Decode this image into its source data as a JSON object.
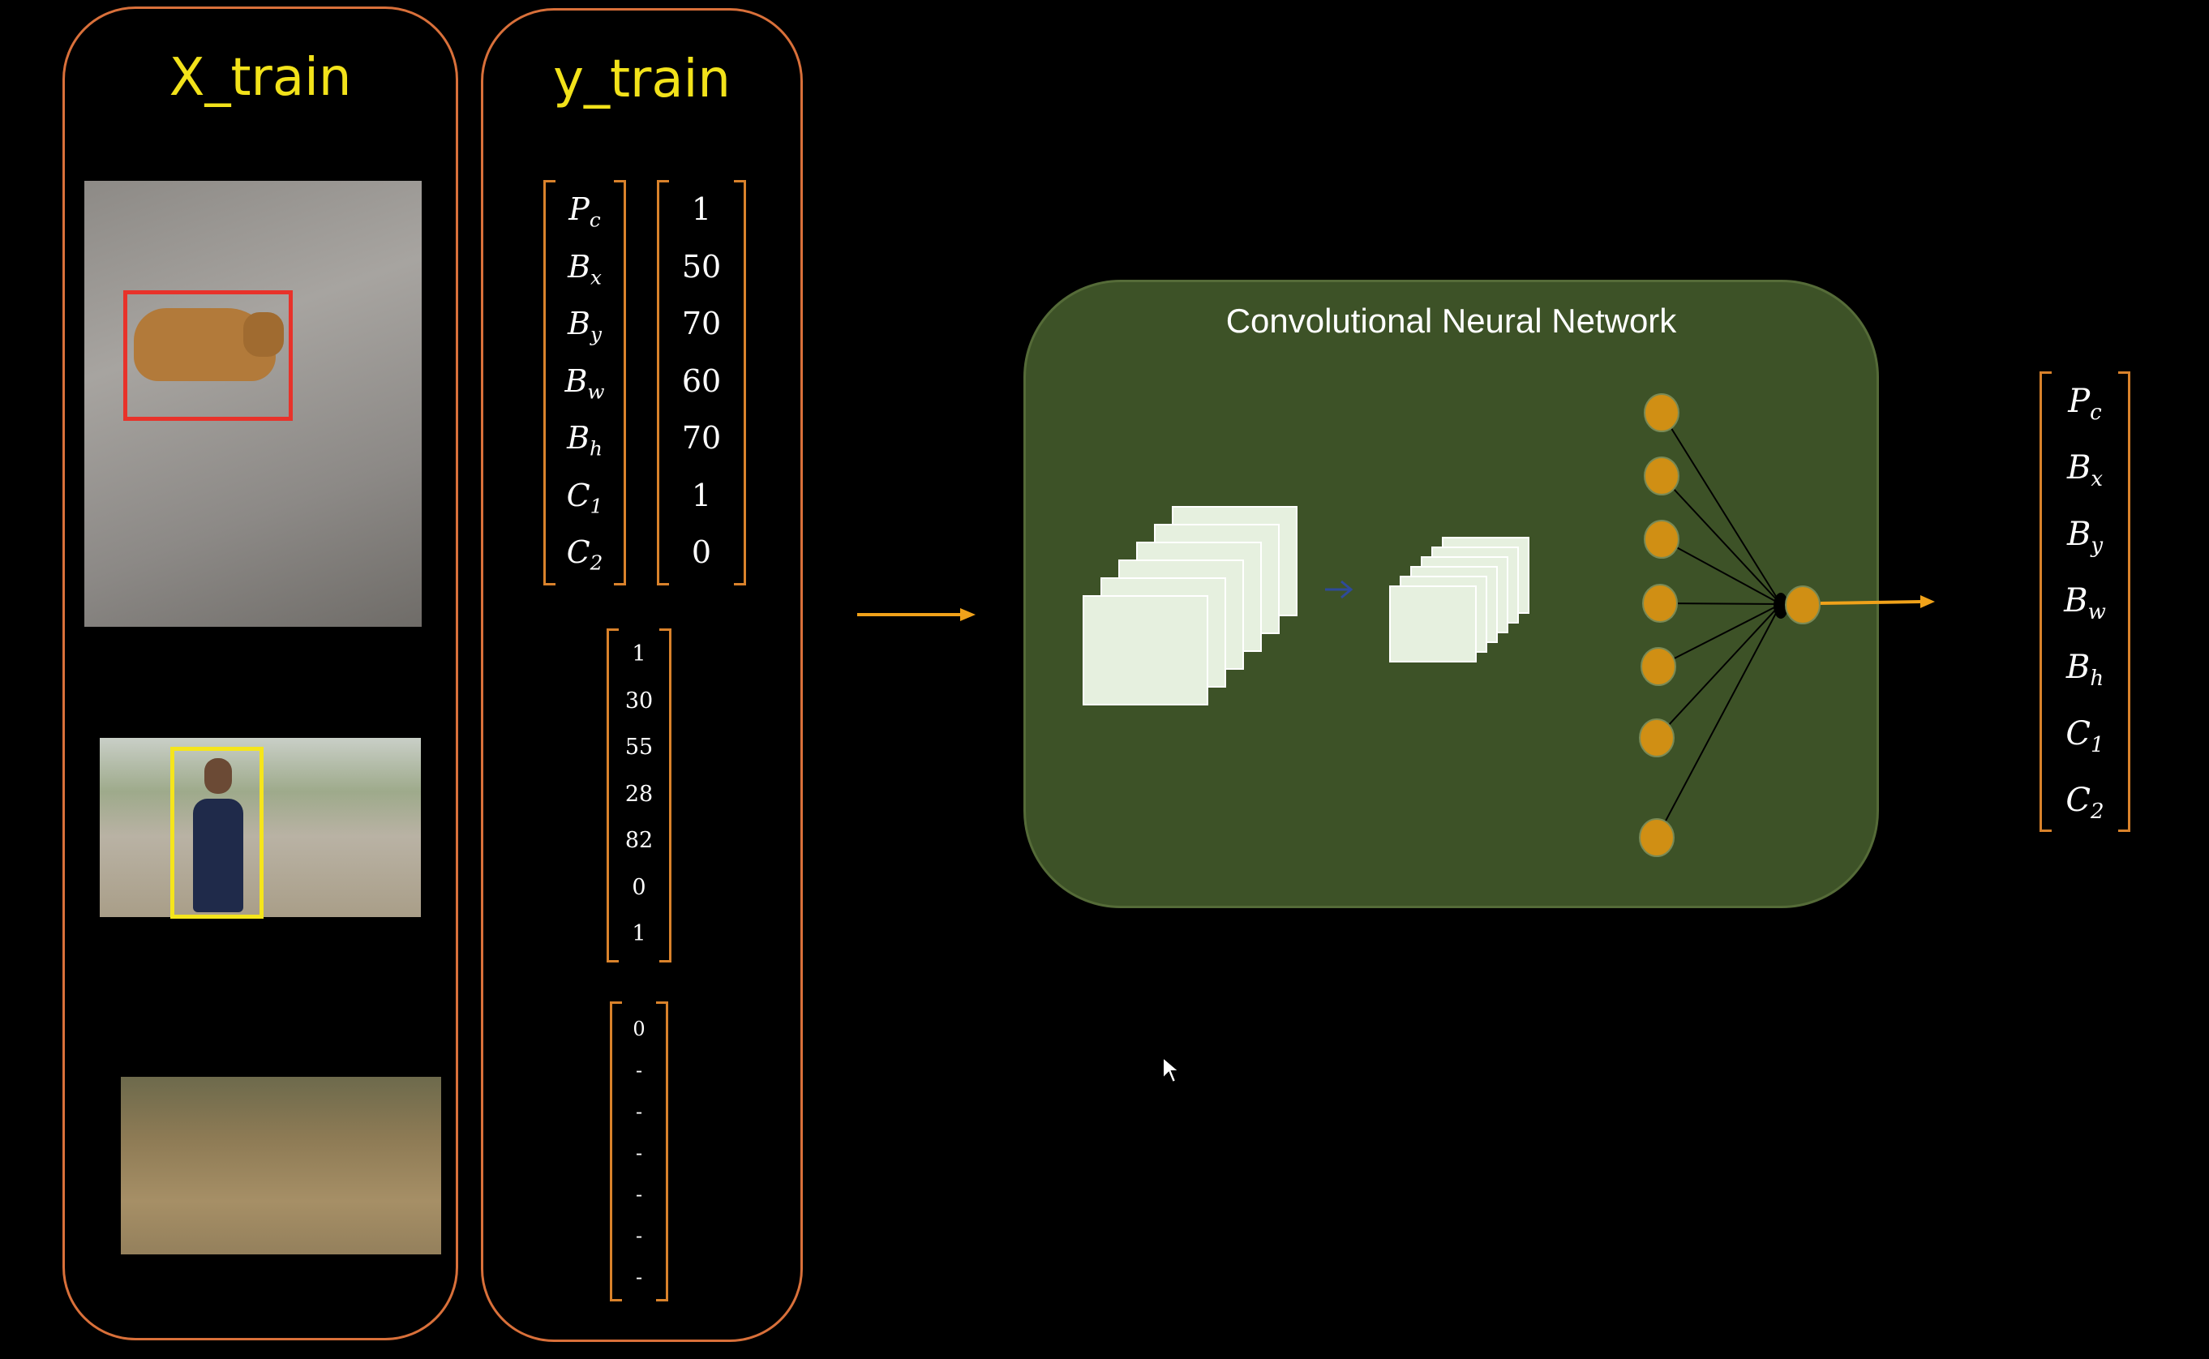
{
  "x_train": {
    "title": "X_train"
  },
  "y_train": {
    "title": "y_train",
    "symbols": [
      "P",
      "B",
      "B",
      "B",
      "B",
      "C",
      "C"
    ],
    "symbol_subs": [
      "c",
      "x",
      "y",
      "w",
      "h",
      "1",
      "2"
    ],
    "sample_1": [
      "1",
      "50",
      "70",
      "60",
      "70",
      "1",
      "0"
    ],
    "sample_2": [
      "1",
      "30",
      "55",
      "28",
      "82",
      "0",
      "1"
    ],
    "sample_3": [
      "0",
      "-",
      "-",
      "-",
      "-",
      "-",
      "-"
    ]
  },
  "cnn": {
    "title": "Convolutional Neural Network"
  },
  "output": {
    "symbols": [
      "P",
      "B",
      "B",
      "B",
      "B",
      "C",
      "C"
    ],
    "symbol_subs": [
      "c",
      "x",
      "y",
      "w",
      "h",
      "1",
      "2"
    ]
  },
  "colors": {
    "panel_border": "#d9703a",
    "title": "#f2e21a",
    "cnn_fill": "#3d5227",
    "neuron": "#d08f14",
    "arrow": "#f0a21a",
    "bbox_dog": "#e8322a",
    "bbox_person": "#f5e51c"
  }
}
